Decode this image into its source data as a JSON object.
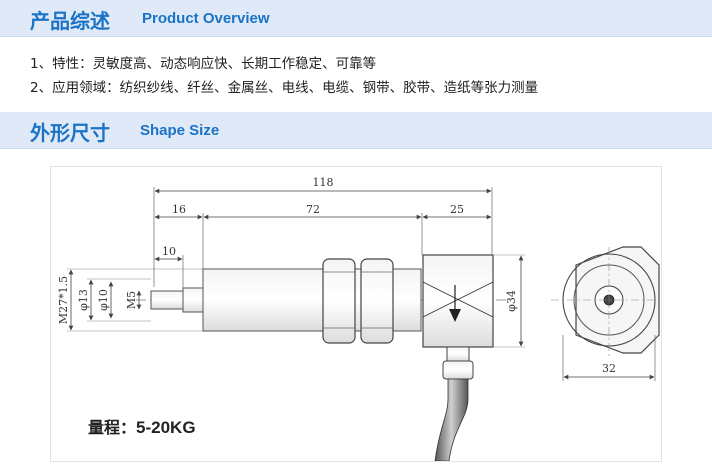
{
  "overview": {
    "title_cn": "产品综述",
    "title_en": "Product Overview",
    "lines": [
      "1、特性：灵敏度高、动态响应快、长期工作稳定、可靠等",
      "2、应用领域：纺织纱线、纤丝、金属丝、电线、电缆、钢带、胶带、造纸等张力测量"
    ]
  },
  "shape": {
    "title_cn": "外形尺寸",
    "title_en": "Shape Size"
  },
  "dimensions": {
    "total_length": "118",
    "d16": "16",
    "d72": "72",
    "d25": "25",
    "d10": "10",
    "thread": "M27*1.5",
    "dia13": "φ13",
    "dia10": "φ10",
    "m5": "M5",
    "dia34": "φ34",
    "w32": "32"
  },
  "range": {
    "label": "量程：",
    "value": "5-20KG"
  }
}
